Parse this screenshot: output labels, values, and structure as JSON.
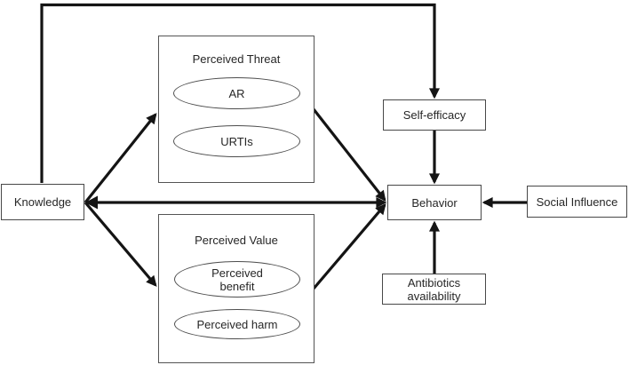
{
  "diagram": {
    "background": "#ffffff",
    "colors": {
      "line": "#141414",
      "box_border": "#4d4d4d",
      "text": "#262626"
    },
    "nodes": {
      "knowledge": {
        "label": "Knowledge"
      },
      "perceived_threat": {
        "title": "Perceived Threat",
        "items": [
          {
            "label": "AR"
          },
          {
            "label": "URTIs"
          }
        ]
      },
      "perceived_value": {
        "title": "Perceived Value",
        "items": [
          {
            "label": "Perceived benefit"
          },
          {
            "label": "Perceived harm"
          }
        ]
      },
      "self_efficacy": {
        "label": "Self-efficacy"
      },
      "behavior": {
        "label": "Behavior"
      },
      "social_influence": {
        "label": "Social Influence"
      },
      "antibiotics_availability": {
        "label": "Antibiotics availability"
      }
    },
    "edges": [
      {
        "from": "knowledge",
        "to": "self_efficacy",
        "style": "orthogonal-top-loop",
        "arrow": "end"
      },
      {
        "from": "knowledge",
        "to": "perceived_threat",
        "style": "diagonal",
        "arrow": "end"
      },
      {
        "from": "knowledge",
        "to": "perceived_value",
        "style": "diagonal",
        "arrow": "end"
      },
      {
        "from": "knowledge",
        "to": "behavior",
        "style": "straight",
        "arrow": "both"
      },
      {
        "from": "perceived_threat",
        "to": "behavior",
        "style": "diagonal",
        "arrow": "end"
      },
      {
        "from": "perceived_value",
        "to": "behavior",
        "style": "diagonal",
        "arrow": "end"
      },
      {
        "from": "self_efficacy",
        "to": "behavior",
        "style": "straight",
        "arrow": "end"
      },
      {
        "from": "social_influence",
        "to": "behavior",
        "style": "straight",
        "arrow": "end"
      },
      {
        "from": "antibiotics_availability",
        "to": "behavior",
        "style": "straight",
        "arrow": "end"
      }
    ]
  }
}
